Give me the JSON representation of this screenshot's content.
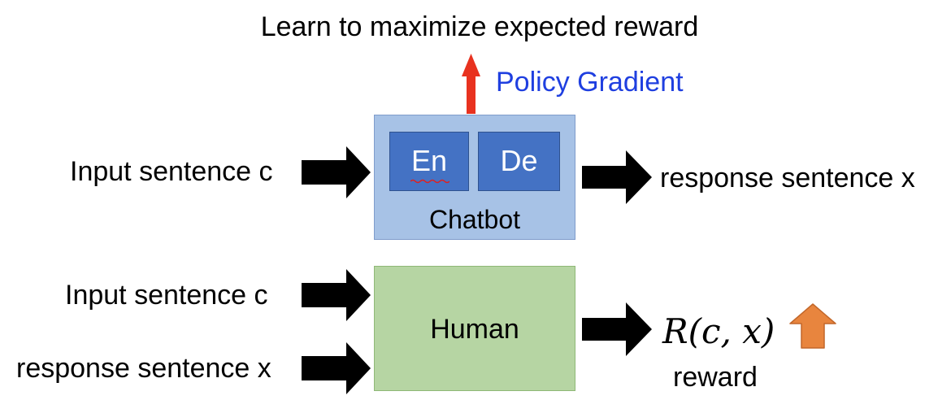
{
  "title": "Learn to maximize expected reward",
  "policy_label": "Policy Gradient",
  "chatbot": {
    "encoder_label": "En",
    "decoder_label": "De",
    "label": "Chatbot",
    "input_label": "Input sentence c",
    "output_label": "response sentence x"
  },
  "human": {
    "label": "Human",
    "input_c_label": "Input sentence c",
    "input_x_label": "response sentence x",
    "output_formula": "R(c, x)",
    "output_label": "reward"
  },
  "colors": {
    "chatbot_fill": "#a7c2e6",
    "encoder_decoder_fill": "#4472c4",
    "human_fill": "#b6d5a3",
    "policy_arrow": "#e8321f",
    "policy_text": "#1f3fe0",
    "reward_arrow": "#e8853e"
  }
}
